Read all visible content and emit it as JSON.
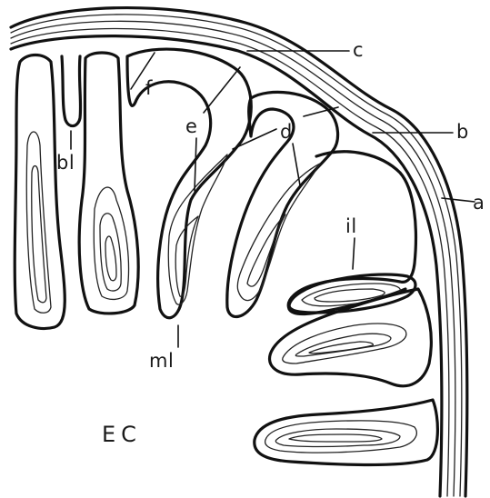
{
  "diagram": {
    "labels": {
      "a": "a",
      "b": "b",
      "c": "c",
      "d": "d",
      "e": "e",
      "f": "f",
      "bl": "bl",
      "il": "il",
      "ml": "ml",
      "ec": "EC"
    },
    "colors": {
      "ink": "#111111",
      "background": "#ffffff"
    }
  }
}
